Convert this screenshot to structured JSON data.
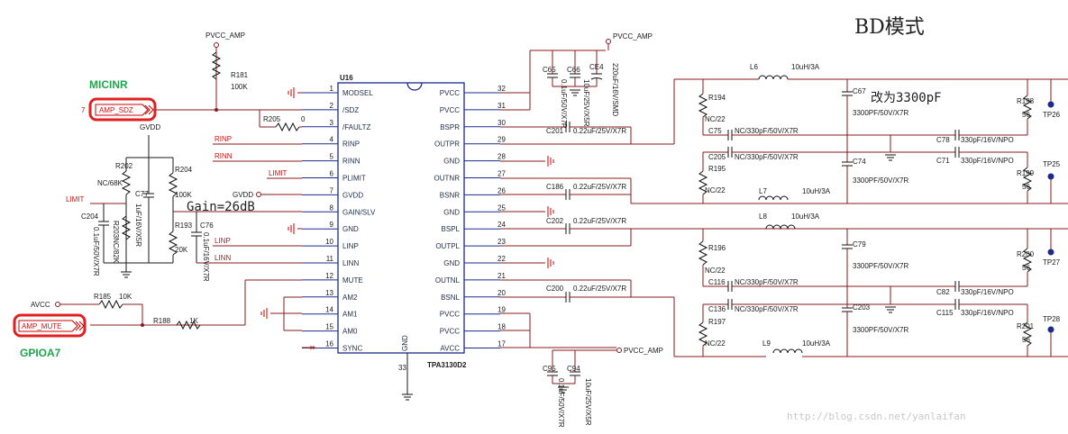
{
  "title": "BD模式",
  "watermark": "http://blog.csdn.net/yanlaifan",
  "notes": {
    "gain": "Gain=26dB",
    "change_to": "改为3300pF"
  },
  "highlights": {
    "micinr": "MICINR",
    "gpioa7": "GPIOA7",
    "pin7": "7",
    "amp_sdz": "AMP_SDZ",
    "amp_mute": "AMP_MUTE"
  },
  "colors": {
    "wire": "#8a1a1a",
    "chip": "#1a2b8a",
    "highlight": "#e02020",
    "green": "#1aa84a",
    "net_red": "#cc1111"
  },
  "ic": {
    "ref": "U16",
    "part": "TPA3130D2",
    "gnd_label": "GND",
    "gnd_pin": "33",
    "left_pins": [
      {
        "num": "1",
        "name": "MODSEL"
      },
      {
        "num": "2",
        "name": "/SDZ"
      },
      {
        "num": "3",
        "name": "/FAULTZ"
      },
      {
        "num": "4",
        "name": "RINP"
      },
      {
        "num": "5",
        "name": "RINN"
      },
      {
        "num": "6",
        "name": "PLIMIT"
      },
      {
        "num": "7",
        "name": "GVDD"
      },
      {
        "num": "8",
        "name": "GAIN/SLV"
      },
      {
        "num": "9",
        "name": "GND"
      },
      {
        "num": "10",
        "name": "LINP"
      },
      {
        "num": "11",
        "name": "LINN"
      },
      {
        "num": "12",
        "name": "MUTE"
      },
      {
        "num": "13",
        "name": "AM2"
      },
      {
        "num": "14",
        "name": "AM1"
      },
      {
        "num": "15",
        "name": "AM0"
      },
      {
        "num": "16",
        "name": "SYNC"
      }
    ],
    "right_pins": [
      {
        "num": "32",
        "name": "PVCC"
      },
      {
        "num": "31",
        "name": "PVCC"
      },
      {
        "num": "30",
        "name": "BSPR"
      },
      {
        "num": "29",
        "name": "OUTPR"
      },
      {
        "num": "28",
        "name": "GND"
      },
      {
        "num": "27",
        "name": "OUTNR"
      },
      {
        "num": "26",
        "name": "BSNR"
      },
      {
        "num": "25",
        "name": "GND"
      },
      {
        "num": "24",
        "name": "BSPL"
      },
      {
        "num": "23",
        "name": "OUTPL"
      },
      {
        "num": "22",
        "name": "GND"
      },
      {
        "num": "21",
        "name": "OUTNL"
      },
      {
        "num": "20",
        "name": "BSNL"
      },
      {
        "num": "19",
        "name": "PVCC"
      },
      {
        "num": "18",
        "name": "PVCC"
      },
      {
        "num": "17",
        "name": "AVCC"
      }
    ]
  },
  "nets": {
    "pvcc_amp": "PVCC_AMP",
    "gvdd": "GVDD",
    "avcc": "AVCC",
    "rinp": "RINP",
    "rinn": "RINN",
    "limit": "LIMIT",
    "linp": "LINP",
    "linn": "LINN"
  },
  "left_components": {
    "r181": "R181",
    "r181_val": "100K",
    "r205": "R205",
    "r205_val": "0",
    "r202": "R202",
    "r202_val": "NC/68K",
    "r204": "R204",
    "r204_val": "100K",
    "r203": "R203NC/82K",
    "r193": "R193",
    "r193_val": "20K",
    "c204": "C204",
    "c204_val": "0.1uF/50V/X7R",
    "c77": "C77",
    "c77_val": "1uF/16V/X5R",
    "c76": "C76",
    "c76_val": "0.1uF/16V/X7R",
    "r185": "R185",
    "r185_val": "10K",
    "r188": "R188",
    "r188_val": "1K"
  },
  "right_components": {
    "c65": "C65",
    "c65_val": "0.1uF/50V/X7R",
    "c66": "C66",
    "c66_val": "10uF/25V/X5R",
    "ce4": "CE4",
    "ce4_val": "220uF/16V/SMD",
    "c201": "C201",
    "c201_val": "0.22uF/25V/X7R",
    "c186": "C186",
    "c186_val": "0.22uF/25V/X7R",
    "c202": "C202",
    "c202_val": "0.22uF/25V/X7R",
    "c200": "C200",
    "c200_val": "0.22uF/25V/X7R",
    "c95": "C95",
    "c95_val": "0.1uF/50V/X7R",
    "c94": "C94",
    "c94_val": "10uF/25V/X5R",
    "l6": "L6",
    "l6_val": "10uH/3A",
    "l7": "L7",
    "l7_val": "10uH/3A",
    "l8": "L8",
    "l8_val": "10uH/3A",
    "l9": "L9",
    "l9_val": "10uH/3A",
    "r194": "R194",
    "r195": "R195",
    "r196": "R196",
    "r197": "R197",
    "nc22": "NC/22",
    "c75": "C75",
    "c205": "C205",
    "c116": "C116",
    "c136": "C136",
    "nc330": "NC/330pF/50V/X7R",
    "c67": "C67",
    "c74": "C74",
    "c79": "C79",
    "c203": "C203",
    "c3300": "3300PF/50V/X7R",
    "c78": "C78",
    "c71": "C71",
    "c82": "C82",
    "c115": "C115",
    "c330npo": "330pF/16V/NPO",
    "r198": "R198",
    "r199": "R199",
    "r200": "R200",
    "r201": "R201",
    "r56": "56",
    "tp26": "TP26",
    "tp25": "TP25",
    "tp27": "TP27",
    "tp28": "TP28"
  }
}
